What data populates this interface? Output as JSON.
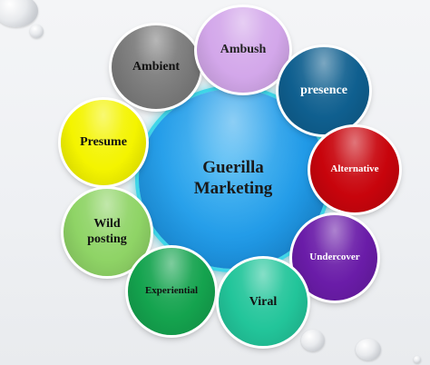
{
  "diagram": {
    "center": {
      "label": "Guerilla\nMarketing",
      "color": "#1f98e6"
    },
    "nodes": [
      {
        "key": "ambient",
        "label": "Ambient",
        "color": "#7b7b7b"
      },
      {
        "key": "ambush",
        "label": "Ambush",
        "color": "#d3a7ea"
      },
      {
        "key": "presence",
        "label": "presence",
        "color": "#0f5f8f"
      },
      {
        "key": "presume",
        "label": "Presume",
        "color": "#f4f400"
      },
      {
        "key": "alternative",
        "label": "Alternative",
        "color": "#c8040c"
      },
      {
        "key": "wildposting",
        "label": "Wild\nposting",
        "color": "#8fd466"
      },
      {
        "key": "undercover",
        "label": "Undercover",
        "color": "#6a1ca8"
      },
      {
        "key": "experiential",
        "label": "Experiential",
        "color": "#14a34e"
      },
      {
        "key": "viral",
        "label": "Viral",
        "color": "#22c59a"
      }
    ]
  }
}
